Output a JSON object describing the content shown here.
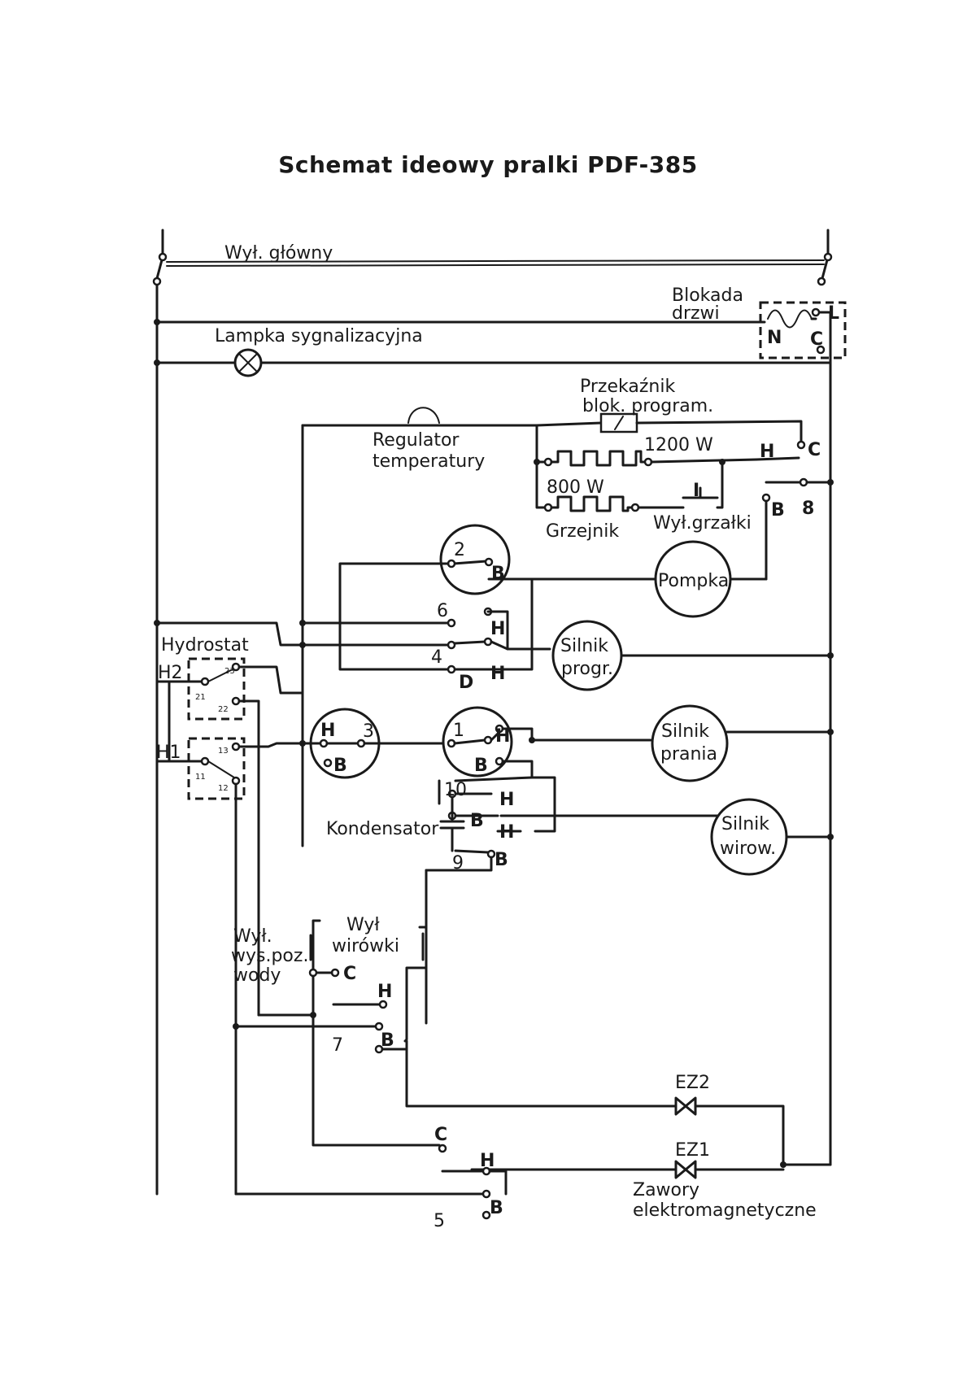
{
  "title": "Schemat ideowy pralki PDF-385",
  "labels": {
    "main_switch": "Wył. główny",
    "door_lock_1": "Blokada",
    "door_lock_2": "drzwi",
    "door_N": "N",
    "door_C": "C",
    "door_L": "L",
    "signal_lamp": "Lampka sygnalizacyjna",
    "relay_1": "Przekaźnik",
    "relay_2": "blok. program.",
    "thermostat_1": "Regulator",
    "thermostat_2": "temperatury",
    "heater_1200": "1200 W",
    "heater_800": "800 W",
    "heater": "Grzejnik",
    "heater_switch": "Wył.grzałki",
    "t_T": "I",
    "t_H": "H",
    "t_C": "C",
    "t_B": "B",
    "n_8": "8",
    "pump": "Pompka",
    "motor_prog_1": "Silnik",
    "motor_prog_2": "progr.",
    "motor_wash_1": "Silnik",
    "motor_wash_2": "prania",
    "motor_spin_1": "Silnik",
    "motor_spin_2": "wirow.",
    "hydrostat": "Hydrostat",
    "h2": "H2",
    "h1": "H1",
    "h_21": "21",
    "h_22": "22",
    "h_23": "23",
    "h_11": "11",
    "h_12": "12",
    "h_13": "13",
    "n_2": "2",
    "n_6": "6",
    "n_4": "4",
    "n_3": "3",
    "n_1": "1",
    "n_10": "10",
    "n_9": "9",
    "n_7": "7",
    "n_5": "5",
    "t_D": "D",
    "capacitor": "Kondensator",
    "level_switch_1": "Wył.",
    "level_switch_2": "wys.poz.",
    "level_switch_3": "wody",
    "spin_switch_1": "Wył",
    "spin_switch_2": "wirówki",
    "ez2": "EZ2",
    "ez1": "EZ1",
    "valves_1": "Zawory",
    "valves_2": "elektromagnetyczne"
  }
}
